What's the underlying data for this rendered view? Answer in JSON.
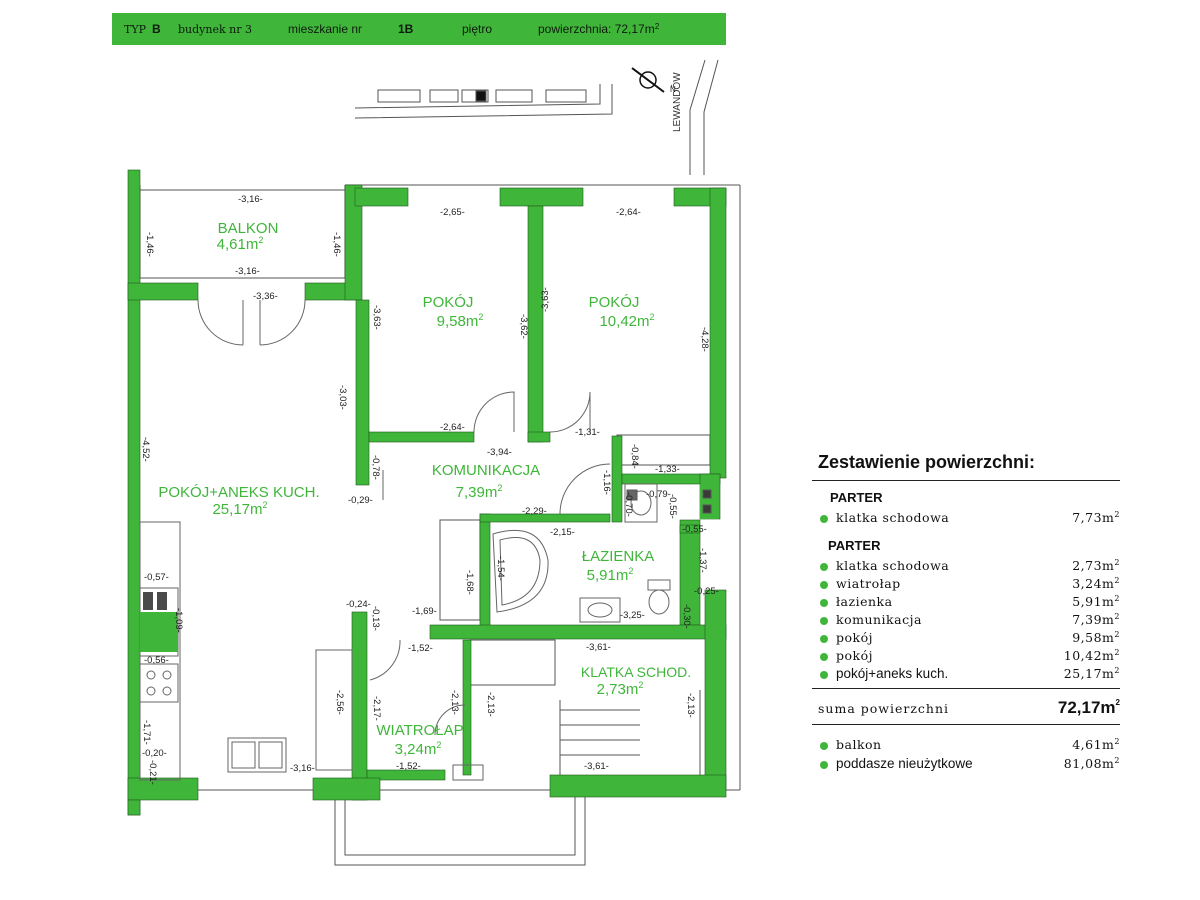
{
  "header": {
    "typ_label": "TYP",
    "typ_value": "B",
    "building_label": "budynek nr 3",
    "apartment_label": "mieszkanie nr",
    "apartment_value": "1B",
    "floor_label": "piętro",
    "area_label": "powierzchnia: 72,17m",
    "area_sup": "2"
  },
  "colors": {
    "wall": "#3fb63a",
    "text_green": "#3fb63a",
    "header_bg": "#3fb63a",
    "line": "#444444"
  },
  "site": {
    "street": "LEWANDÓW",
    "north": "N"
  },
  "rooms": [
    {
      "name": "BALKON",
      "area": "4,61m",
      "sup": "2"
    },
    {
      "name": "POKÓJ",
      "area": "9,58m",
      "sup": "2"
    },
    {
      "name": "POKÓJ",
      "area": "10,42m",
      "sup": "2"
    },
    {
      "name": "POKÓJ+ANEKS KUCH.",
      "area": "25,17m",
      "sup": "2"
    },
    {
      "name": "KOMUNIKACJA",
      "area": "7,39m",
      "sup": "2"
    },
    {
      "name": "ŁAZIENKA",
      "area": "5,91m",
      "sup": "2"
    },
    {
      "name": "KLATKA SCHOD.",
      "area": "2,73m",
      "sup": "2"
    },
    {
      "name": "WIATROŁAP",
      "area": "3,24m",
      "sup": "2"
    }
  ],
  "dimensions": [
    "-3,16-",
    "-1,46-",
    "-1,46-",
    "-3,16-",
    "-3,36-",
    "-2,65-",
    "-2,64-",
    "-3,63-",
    "-3,62-",
    "-3,63-",
    "-4,28-",
    "-3,03-",
    "-2,64-",
    "-3,94-",
    "-1,31-",
    "-0,84-",
    "-1,33-",
    "-4,52-",
    "-0,78-",
    "-0,29-",
    "-1,16-",
    "-0,79-",
    "-0,55-",
    "-0,70-",
    "-0,55-",
    "-2,29-",
    "-2,15-",
    "-1,68-",
    "-1,54-",
    "-1,37-",
    "-0,25-",
    "-0,57-",
    "-1,09-",
    "-0,56-",
    "-0,24-",
    "-0,13-",
    "-1,69-",
    "-3,25-",
    "-0,30-",
    "-3,61-",
    "-1,52-",
    "-2,13-",
    "-2,13-",
    "-2,13-",
    "-2,56-",
    "-2,17-",
    "-1,71-",
    "-0,20-",
    "-0,21-",
    "-3,16-",
    "-1,52-",
    "-3,61-"
  ],
  "summary": {
    "title": "Zestawienie powierzchni:",
    "section1": "PARTER",
    "items1": [
      {
        "label": "klatka schodowa",
        "value": "7,73m",
        "sup": "2"
      }
    ],
    "section2": "PARTER",
    "items2": [
      {
        "label": "klatka schodowa",
        "value": "2,73m",
        "sup": "2"
      },
      {
        "label": "wiatrołap",
        "value": "3,24m",
        "sup": "2"
      },
      {
        "label": "łazienka",
        "value": "5,91m",
        "sup": "2"
      },
      {
        "label": "komunikacja",
        "value": "7,39m",
        "sup": "2"
      },
      {
        "label": "pokój",
        "value": "9,58m",
        "sup": "2"
      },
      {
        "label": "pokój",
        "value": "10,42m",
        "sup": "2"
      },
      {
        "label": "pokój+aneks kuch.",
        "value": "25,17m",
        "sup": "2"
      }
    ],
    "total_label": "suma powierzchni",
    "total_value": "72,17m",
    "total_sup": "2",
    "items3": [
      {
        "label": "balkon",
        "value": "4,61m",
        "sup": "2"
      },
      {
        "label": "poddasze nieużytkowe",
        "value": "81,08m",
        "sup": "2"
      }
    ]
  }
}
